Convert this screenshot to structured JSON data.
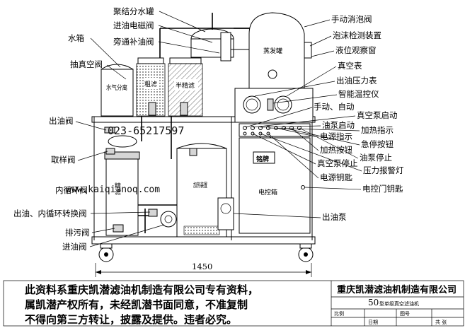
{
  "labels": {
    "coalescer_tank": "聚结分水罐",
    "inlet_solenoid": "进油电磁阀",
    "bypass_valve": "旁通补油阀",
    "water_tank": "水箱",
    "vacuum_pump": "抽真空阀",
    "water_gas_sep": "水气分离",
    "coarse_filter": "粗滤",
    "semi_fine_filter": "半精滤",
    "evaporator": "蒸发罐",
    "manual_defoam": "手动消泡阀",
    "foam_detector": "泡沫检测装置",
    "level_window": "液位观察窗",
    "vacuum_gauge": "真空表",
    "outlet_pressure": "出油压力表",
    "smart_temp": "智能温控仪",
    "manual_auto": "手动、自动",
    "vac_pump_start": "真空泵启动",
    "oil_pump_start": "油泵启动",
    "heat_indicator": "加热指示",
    "power_indicator": "电源指示",
    "estop": "急停按钮",
    "heat_button": "加热按钮",
    "oil_pump_stop": "油泵停止",
    "vac_pump_stop": "真空泵停止",
    "pressure_alarm": "压力报警灯",
    "power_key": "电源钥匙",
    "control_door_key": "电控门钥匙",
    "outlet_valve": "出油阀",
    "sample_valve": "取样阀",
    "inner_loop_valve": "内循环阀",
    "fine_filter": "精滤",
    "heating_device": "加热装置",
    "nameplate": "铭牌",
    "control_box": "电控箱",
    "outlet_switch_valve": "出油、内循环转换阀",
    "drain_valve": "排污阀",
    "inlet_valve": "进油阀",
    "oil_pump": "出油泵",
    "phone": "023-65217597",
    "website": "www.kaiqianoq.com",
    "dimension": "1450"
  },
  "notice": {
    "line1": "此资料系重庆凯潜滤油机制造有限公司专有资料，",
    "line2": "属凯潜产权所有，未经凯潜书面同意，不准复制",
    "line3": "不得向第三方转让，披露及提供。违者必究。"
  },
  "title_block": {
    "company": "重庆凯潜滤油机制造有限公司",
    "model": "50",
    "product": "型单级真空滤油机",
    "cell_a": "比例",
    "cell_b": "日期",
    "cell_c": "图号",
    "cell_d": "共  张"
  }
}
